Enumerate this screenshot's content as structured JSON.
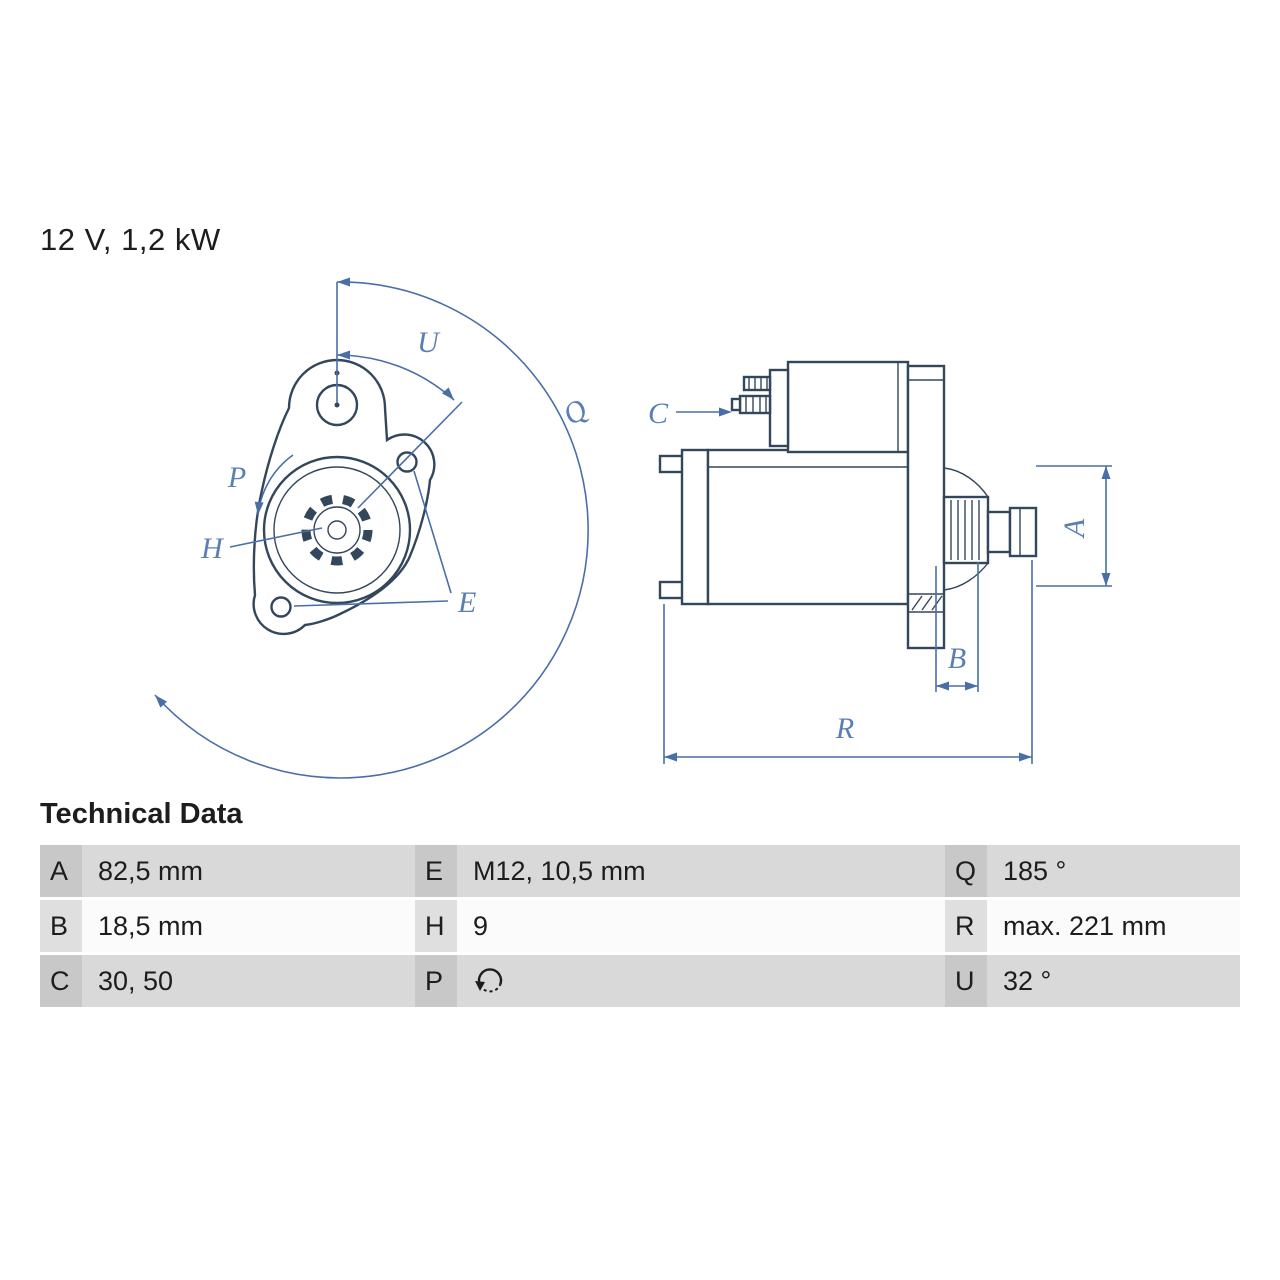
{
  "title": "12 V, 1,2 kW",
  "section": {
    "heading": "Technical Data"
  },
  "diagram": {
    "front_view_labels": {
      "U": "U",
      "Q": "Q",
      "P": "P",
      "H": "H",
      "E": "E"
    },
    "side_view_labels": {
      "C": "C",
      "A": "A",
      "B": "B",
      "R": "R"
    }
  },
  "table": {
    "rows": [
      {
        "cells": [
          {
            "key": "A",
            "value": "82,5 mm"
          },
          {
            "key": "E",
            "value": "M12, 10,5 mm"
          },
          {
            "key": "Q",
            "value": "185 °"
          }
        ]
      },
      {
        "cells": [
          {
            "key": "B",
            "value": "18,5 mm"
          },
          {
            "key": "H",
            "value": "9"
          },
          {
            "key": "R",
            "value": "max. 221 mm"
          }
        ]
      },
      {
        "cells": [
          {
            "key": "C",
            "value": "30, 50"
          },
          {
            "key": "P",
            "value": "",
            "icon": "rotation-ccw-icon"
          },
          {
            "key": "U",
            "value": "32 °"
          }
        ]
      }
    ]
  },
  "colors": {
    "outline": "#33475c",
    "dimension_line": "#4a6fa8",
    "dimension_label": "#5b7fb5",
    "row_gray": "#d9d9d9",
    "row_key_gray": "#c8c8c8",
    "row_light": "#fbfbfb",
    "text": "#1d1d1d"
  }
}
